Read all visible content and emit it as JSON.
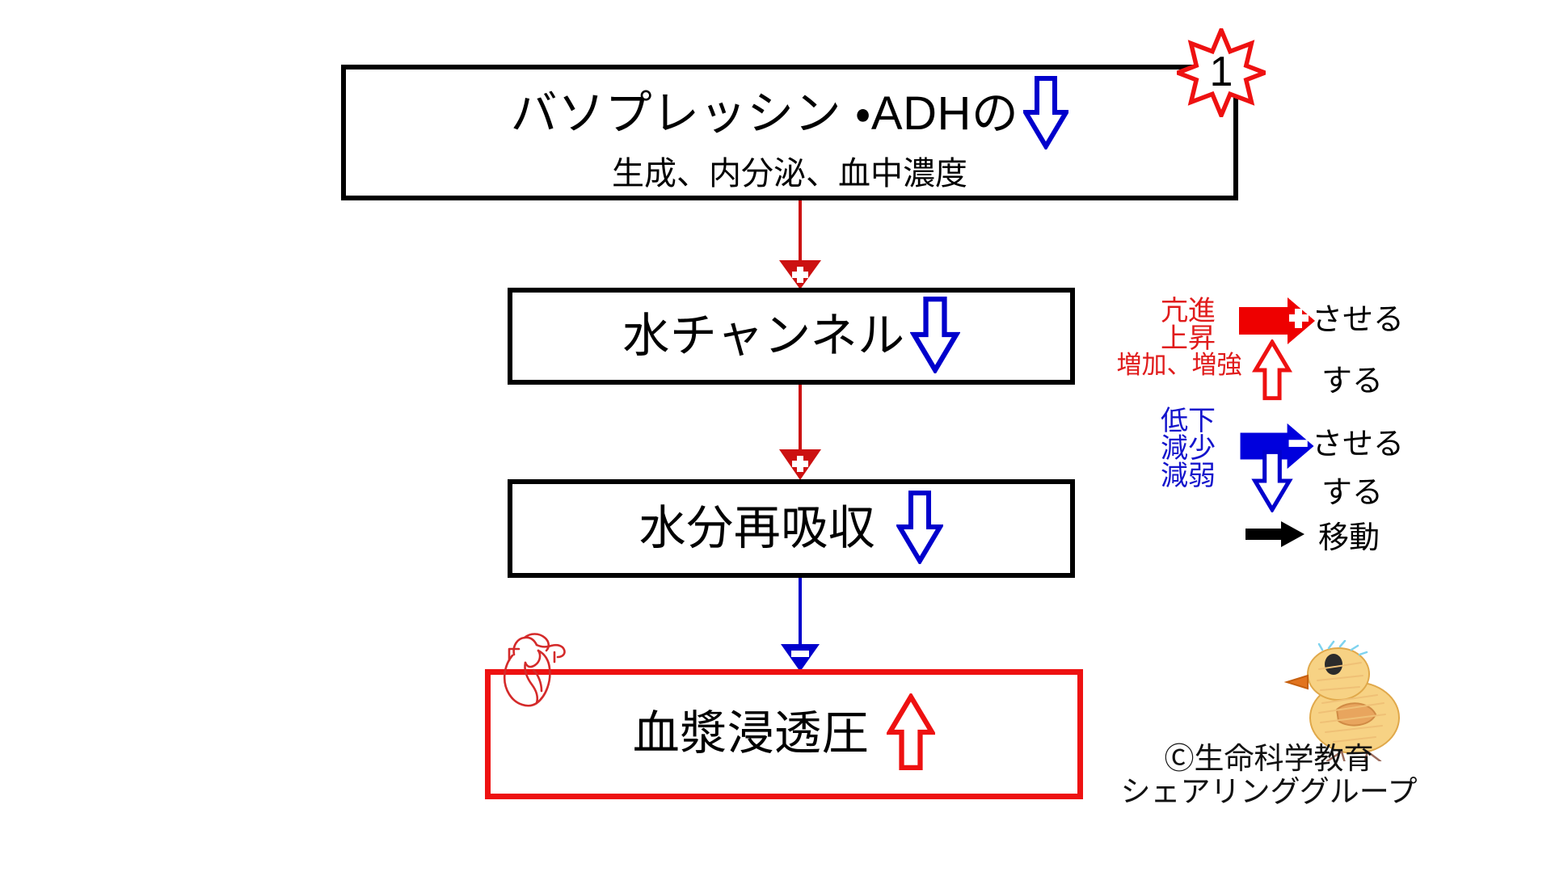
{
  "diagram": {
    "title_number": "1",
    "nodes": [
      {
        "id": "adh",
        "title": "バソプレッシン ・ADHの",
        "subtitle": "生成、内分泌、血中濃度",
        "arrow": "down-outline-blue",
        "border_color": "#000000"
      },
      {
        "id": "water-channel",
        "title": "水チャンネル",
        "subtitle": "",
        "arrow": "down-outline-blue",
        "border_color": "#000000"
      },
      {
        "id": "water-reabsorption",
        "title": "水分再吸収",
        "subtitle": "",
        "arrow": "down-outline-blue",
        "border_color": "#000000"
      },
      {
        "id": "plasma-osmolality",
        "title": "血漿浸透圧",
        "subtitle": "",
        "arrow": "up-outline-red",
        "border_color": "#ee1111"
      }
    ],
    "connectors": [
      {
        "id": "adh-to-channel",
        "sign": "+",
        "color": "#cc1111"
      },
      {
        "id": "channel-to-reabsorption",
        "sign": "+",
        "color": "#cc1111"
      },
      {
        "id": "reabsorption-to-osmolality",
        "sign": "−",
        "color": "#0000cc"
      }
    ]
  },
  "legend": {
    "rows": [
      {
        "id": "increase-cause",
        "words": [
          "亢進",
          "上昇",
          "増加、増強"
        ],
        "words_color": "#e01b1b",
        "icon": "right-solid-red-plus-icon",
        "label": "させる"
      },
      {
        "id": "increase-self",
        "words": [],
        "icon": "up-outline-red-icon",
        "label": "する"
      },
      {
        "id": "decrease-cause",
        "words": [
          "低下",
          "減少",
          "減弱"
        ],
        "words_color": "#1414cc",
        "icon": "right-solid-blue-minus-icon",
        "label": "させる"
      },
      {
        "id": "decrease-self",
        "words": [],
        "icon": "down-outline-blue-icon",
        "label": "する"
      },
      {
        "id": "movement",
        "words": [],
        "icon": "right-solid-black-icon",
        "label": "移動"
      }
    ]
  },
  "credit": {
    "line1": "Ⓒ生命科学教育",
    "line2": "シェアリンググループ"
  },
  "colors": {
    "red": "#ee1111",
    "blue": "#0000cc",
    "black": "#000000",
    "connector_red": "#cc1111",
    "legend_red_text": "#e01b1b",
    "legend_blue_text": "#1414cc",
    "heart": "#d42a2a",
    "chick_body": "#f3bf63",
    "chick_beak": "#e2741f"
  }
}
